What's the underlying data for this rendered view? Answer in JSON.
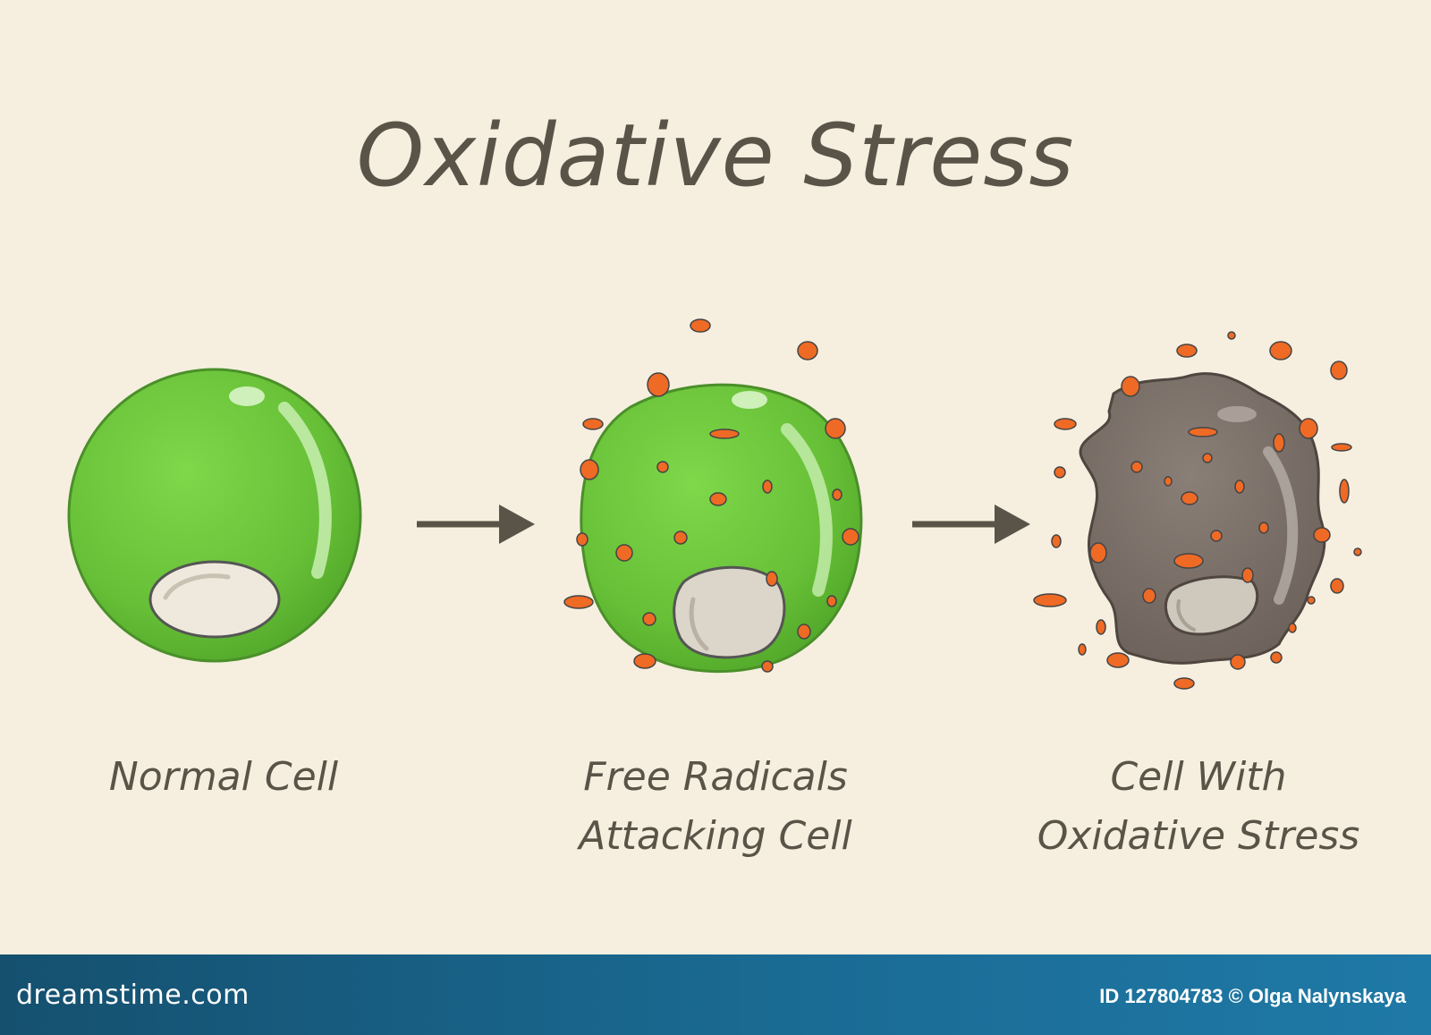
{
  "diagram": {
    "title": "Oxidative Stress",
    "stages": [
      {
        "label_lines": [
          "Normal Cell"
        ]
      },
      {
        "label_lines": [
          "Free Radicals",
          "Attacking Cell"
        ]
      },
      {
        "label_lines": [
          "Cell With",
          "Oxidative Stress"
        ]
      }
    ]
  },
  "colors": {
    "background": "#f6efe0",
    "text": "#5a5448",
    "cell_green": "#6cc23a",
    "cell_green_dark": "#4b9a29",
    "damaged_cell": "#7d716a",
    "free_radical": "#ef6a24",
    "arrow": "#5a5448",
    "footer": "#1a6b94"
  },
  "watermark": {
    "logo_text": "dreamstime.com",
    "credit": "ID 127804783 © Olga Nalynskaya"
  }
}
